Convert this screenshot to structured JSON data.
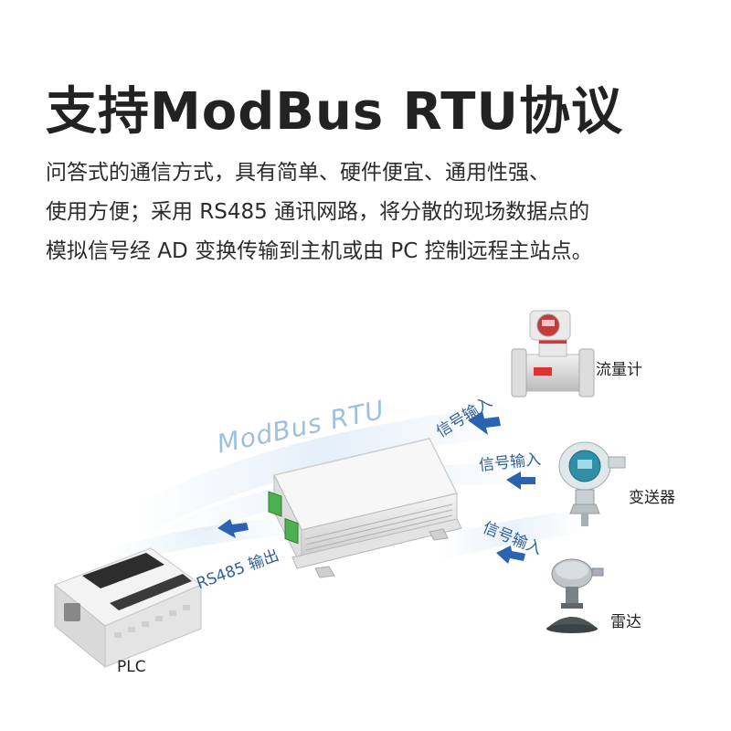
{
  "header": {
    "title": "支持ModBus RTU协议",
    "description_lines": [
      "问答式的通信方式，具有简单、硬件便宜、通用性强、",
      "使用方便；采用 RS485 通讯网路，将分散的现场数据点的",
      "模拟信号经 AD 变换传输到主机或由 PC 控制远程主站点。"
    ]
  },
  "diagram": {
    "protocol_label": "ModBus RTU",
    "output_label": "RS485 输出",
    "input_label_1": "信号输入",
    "input_label_2": "信号输入",
    "input_label_3": "信号输入",
    "devices": {
      "flowmeter": "流量计",
      "transmitter": "变送器",
      "radar": "雷达",
      "plc": "PLC"
    },
    "colors": {
      "arrow": "#2a63b0",
      "flow_text": "#2f5f9e",
      "protocol_text": "#9dbfe0",
      "glow": "#cfe2f4"
    },
    "icons": [
      "gateway-device-icon",
      "plc-icon",
      "flowmeter-icon",
      "pressure-transmitter-icon",
      "radar-level-icon",
      "arrow-left-icon"
    ]
  }
}
